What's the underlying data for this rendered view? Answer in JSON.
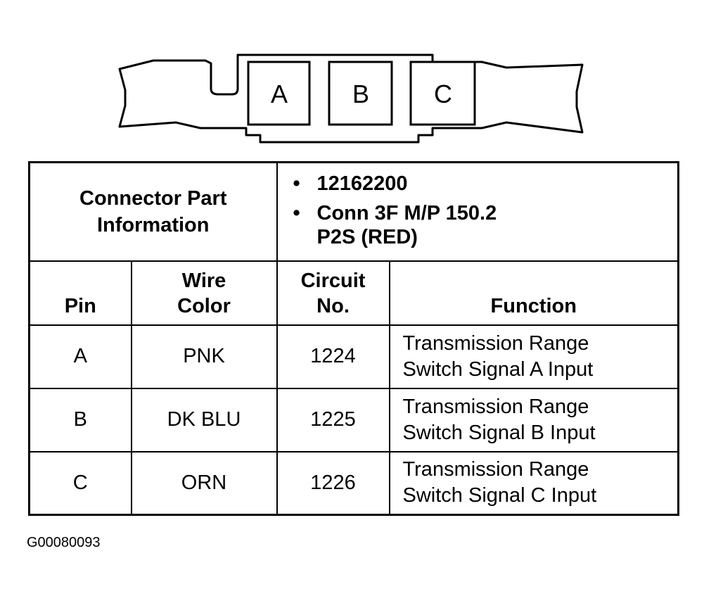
{
  "connector": {
    "pins": [
      "A",
      "B",
      "C"
    ]
  },
  "part_info": {
    "label_line1": "Connector Part",
    "label_line2": "Information",
    "bullet": "•",
    "items": [
      {
        "line1": "12162200",
        "line2": ""
      },
      {
        "line1": "Conn 3F M/P 150.2",
        "line2": "P2S (RED)"
      }
    ]
  },
  "table": {
    "headers": {
      "pin": "Pin",
      "wire_line1": "Wire",
      "wire_line2": "Color",
      "circuit_line1": "Circuit",
      "circuit_line2": "No.",
      "function": "Function"
    },
    "rows": [
      {
        "pin": "A",
        "wire": "PNK",
        "circuit": "1224",
        "function_line1": "Transmission Range",
        "function_line2": "Switch Signal A Input"
      },
      {
        "pin": "B",
        "wire": "DK BLU",
        "circuit": "1225",
        "function_line1": "Transmission Range",
        "function_line2": "Switch Signal B Input"
      },
      {
        "pin": "C",
        "wire": "ORN",
        "circuit": "1226",
        "function_line1": "Transmission Range",
        "function_line2": "Switch Signal C Input"
      }
    ]
  },
  "figure_id": "G00080093"
}
